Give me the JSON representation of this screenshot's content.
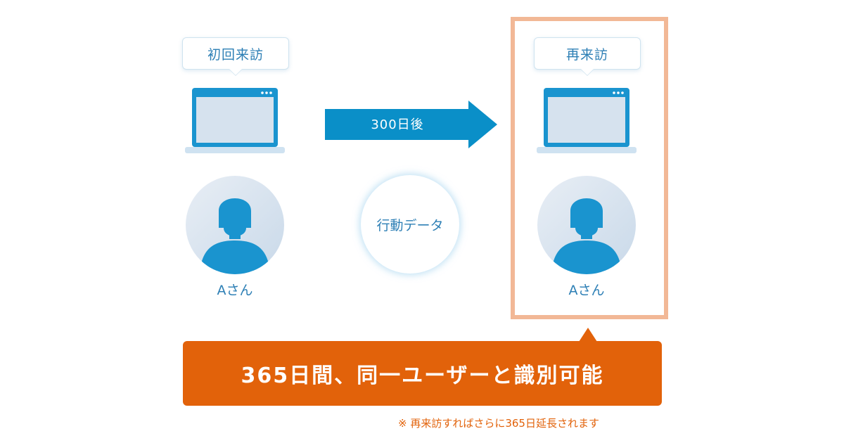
{
  "first_visit": {
    "label": "初回来訪",
    "person": "Aさん"
  },
  "revisit": {
    "label": "再来訪",
    "person": "Aさん"
  },
  "arrow": {
    "label": "300日後"
  },
  "behavior_data": {
    "label": "行動データ"
  },
  "banner": {
    "text": "365日間、同一ユーザーと識別可能"
  },
  "note": {
    "text": "※ 再来訪すればさらに365日延長されます"
  },
  "colors": {
    "primary_blue": "#0a8fc8",
    "text_blue": "#2d7fb5",
    "orange": "#e2620a",
    "highlight_border": "#f2b896"
  },
  "icons": {
    "device": "laptop-icon",
    "user": "user-avatar-icon"
  }
}
